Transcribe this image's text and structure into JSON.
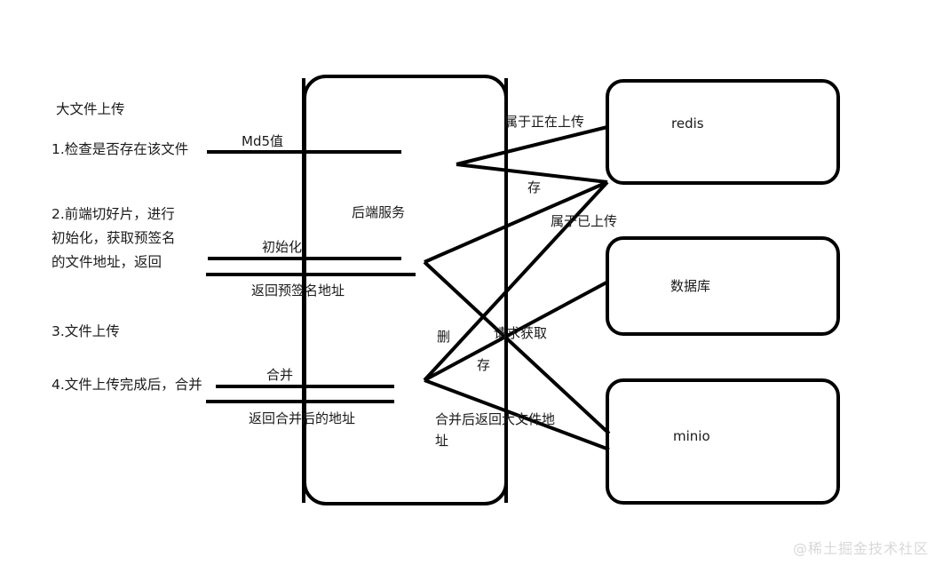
{
  "diagram": {
    "title": "大文件上传",
    "watermark": "@稀土掘金技术社区",
    "steps": [
      {
        "id": "step1",
        "text": "1.检查是否存在该文件"
      },
      {
        "id": "step2",
        "line1": "2.前端切好片，进行",
        "line2": "初始化，获取预签名",
        "line3": "的文件地址，返回"
      },
      {
        "id": "step3",
        "text": "3.文件上传"
      },
      {
        "id": "step4",
        "text": "4.文件上传完成后，合并"
      }
    ],
    "service_box": {
      "label": "后端服务"
    },
    "stores": [
      {
        "id": "redis",
        "label": "redis"
      },
      {
        "id": "database",
        "label": "数据库"
      },
      {
        "id": "minio",
        "label": "minio"
      }
    ],
    "edge_labels": {
      "md5": "Md5值",
      "init": "初始化",
      "return_presigned": "返回预签名地址",
      "merge": "合并",
      "return_merged": "返回合并后的地址",
      "uploading": "属于正在上传",
      "store_upper": "存",
      "uploaded": "属于已上传",
      "delete": "删",
      "request_fetch": "请求获取",
      "store_lower": "存",
      "merged_return_l1": "合并后返回大文件地",
      "merged_return_l2": "址"
    },
    "colors": {
      "stroke": "#000000",
      "background": "#ffffff",
      "text": "#1a1a1a",
      "watermark": "#d8d8d8"
    }
  }
}
